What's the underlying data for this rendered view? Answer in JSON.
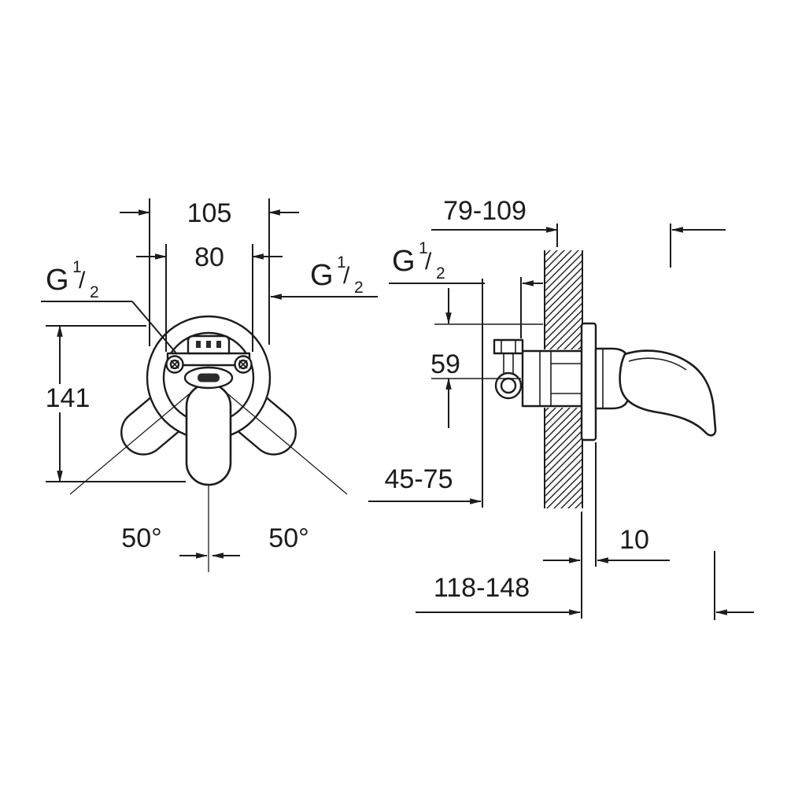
{
  "drawing": {
    "type": "technical-dimension-drawing",
    "subject": "concealed-shower-mixer",
    "colors": {
      "line": "#1c1c1c",
      "background": "#ffffff"
    },
    "front_view": {
      "dim_outer_width": "105",
      "dim_port_width": "80",
      "dim_height": "141",
      "angle_left": "50°",
      "angle_right": "50°",
      "thread_left": {
        "prefix": "G",
        "numerator": "1",
        "slash": "/",
        "denominator": "2"
      },
      "thread_right": {
        "prefix": "G",
        "numerator": "1",
        "slash": "/",
        "denominator": "2"
      }
    },
    "side_view": {
      "dim_depth_range": "79-109",
      "dim_center_height": "59",
      "dim_rough_in_depth": "45-75",
      "dim_plate_thickness": "10",
      "dim_overall_depth": "118-148",
      "thread": {
        "prefix": "G",
        "numerator": "1",
        "slash": "/",
        "denominator": "2"
      }
    }
  }
}
